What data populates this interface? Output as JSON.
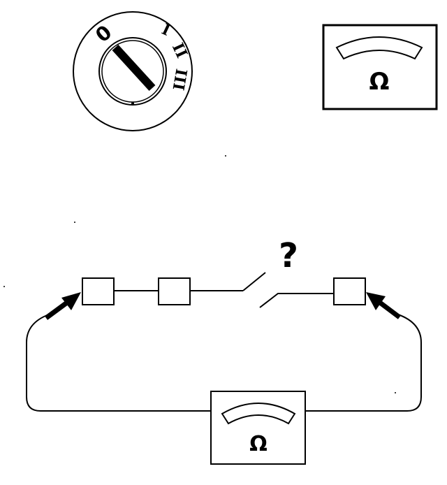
{
  "ignition_switch": {
    "positions": [
      "0",
      "I",
      "II",
      "III"
    ],
    "selected_position": "0"
  },
  "ohmmeter_top": {
    "symbol": "Ω"
  },
  "circuit": {
    "unknown_label": "?",
    "terminals": [
      "terminal-1",
      "terminal-2",
      "terminal-3"
    ],
    "probes": [
      "left-probe",
      "right-probe"
    ]
  },
  "ohmmeter_bottom": {
    "symbol": "Ω"
  },
  "colors": {
    "ink": "#000000",
    "paper": "#ffffff"
  }
}
